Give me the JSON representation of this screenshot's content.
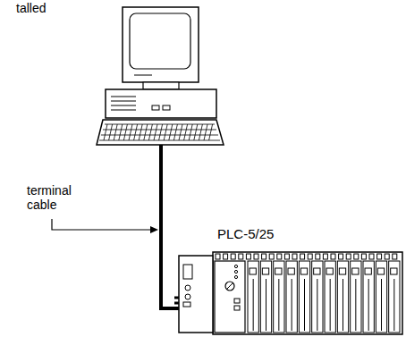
{
  "diagram": {
    "labels": [
      "talled",
      "terminal cable",
      "PLC-5/25"
    ]
  }
}
